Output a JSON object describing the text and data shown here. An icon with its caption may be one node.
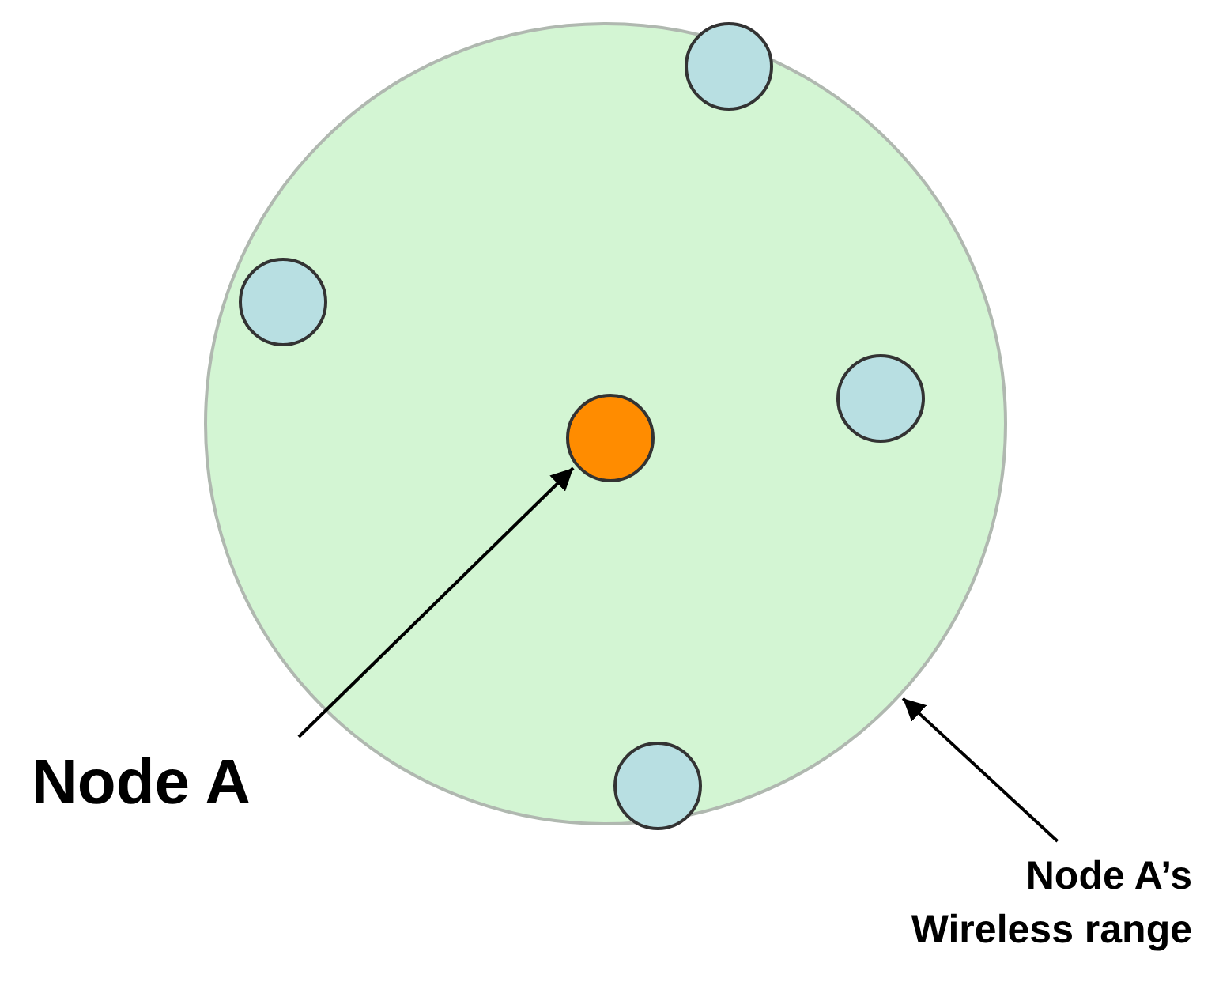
{
  "diagram": {
    "nodes": [
      {
        "text": [],
        "shape": "circle"
      },
      {
        "text": [],
        "shape": "circle",
        "in": 0
      },
      {
        "text": [],
        "shape": "circle",
        "in": 0
      },
      {
        "text": [],
        "shape": "circle",
        "in": 0
      },
      {
        "text": [],
        "shape": "circle",
        "in": 0
      },
      {
        "text": [],
        "shape": "circle",
        "in": 0
      },
      {
        "text": [
          "Node A"
        ]
      },
      {
        "text": [
          "Node A’s Wireless range"
        ]
      }
    ],
    "edges": [
      {
        "from": 6,
        "to": 4,
        "arrow": "to"
      },
      {
        "from": 7,
        "to": 0,
        "arrow": "to"
      }
    ]
  }
}
